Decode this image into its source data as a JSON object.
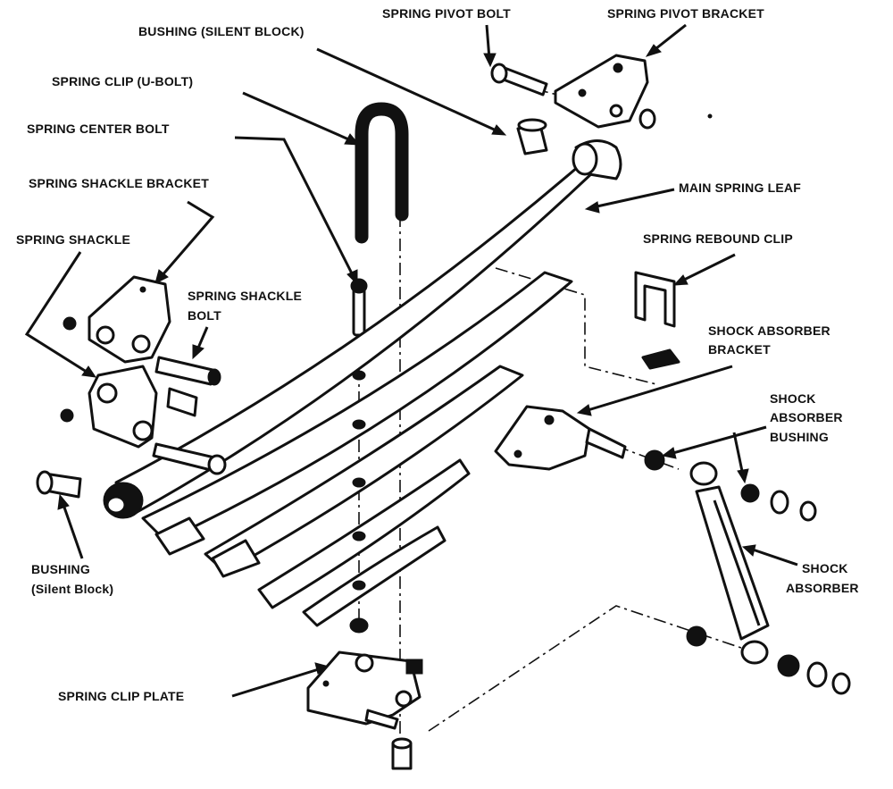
{
  "labels": {
    "bushing_silent_block_top": "BUSHING (SILENT BLOCK)",
    "spring_pivot_bolt": "SPRING PIVOT BOLT",
    "spring_pivot_bracket": "SPRING PIVOT BRACKET",
    "spring_clip_u_bolt": "SPRING CLIP (U-BOLT)",
    "spring_center_bolt": "SPRING CENTER BOLT",
    "spring_shackle_bracket": "SPRING SHACKLE BRACKET",
    "main_spring_leaf": "MAIN SPRING LEAF",
    "spring_shackle": "SPRING SHACKLE",
    "spring_rebound_clip": "SPRING REBOUND CLIP",
    "spring_shackle_bolt_1": "SPRING SHACKLE",
    "spring_shackle_bolt_2": "BOLT",
    "shock_absorber_bracket_1": "SHOCK ABSORBER",
    "shock_absorber_bracket_2": "BRACKET",
    "shock_absorber_bushing_1": "SHOCK",
    "shock_absorber_bushing_2": "ABSORBER",
    "shock_absorber_bushing_3": "BUSHING",
    "bushing_silent_block_left_1": "BUSHING",
    "bushing_silent_block_left_2": "(Silent Block)",
    "shock_absorber_1": "SHOCK",
    "shock_absorber_2": "ABSORBER",
    "spring_clip_plate": "SPRING CLIP PLATE"
  }
}
